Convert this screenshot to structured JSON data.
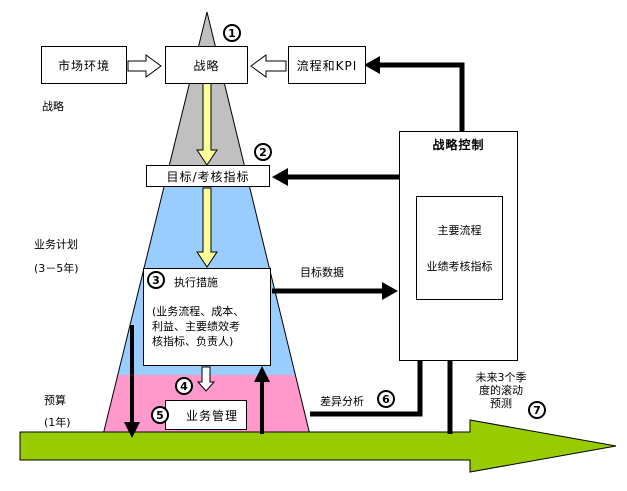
{
  "left_labels": {
    "strategy": "战略",
    "business_plan": "业务计划",
    "business_plan_years": "(3－5年)",
    "budget": "预算",
    "budget_years": "(1年)"
  },
  "boxes": {
    "market": "市场环境",
    "strategy": "战略",
    "process_kpi": "流程和KPI",
    "targets": "目标/考核指标",
    "execution_title": "执行措施",
    "execution_detail_1": "(业务流程、成本、",
    "execution_detail_2": "利益、主要绩效考",
    "execution_detail_3": "核指标、负责人)",
    "business_mgmt": "业务管理"
  },
  "control": {
    "title": "战略控制",
    "item_1": "主要流程",
    "item_2": "业绩考核指标"
  },
  "flow_labels": {
    "target_data": "目标数据",
    "variance": "差异分析",
    "forecast_1": "未来3个季",
    "forecast_2": "度的滚动",
    "forecast_3": "预测"
  },
  "steps": [
    "1",
    "2",
    "3",
    "4",
    "5",
    "6",
    "7"
  ],
  "colors": {
    "cone_gray": "#c0c0c0",
    "cone_blue": "#99ccff",
    "cone_pink": "#ff99cc",
    "arrow_yellow": "#ffff99",
    "arrow_green": "#99cc00"
  }
}
